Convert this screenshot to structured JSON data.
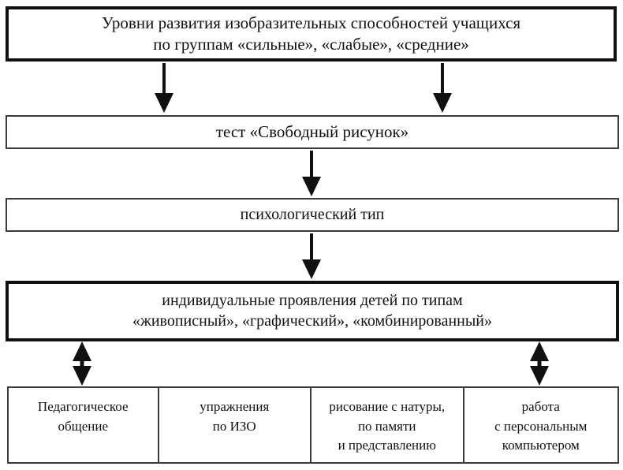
{
  "diagram": {
    "type": "flowchart",
    "orientation": "vertical",
    "language": "ru",
    "colors": {
      "background": "#ffffff",
      "stroke_thick": "#111111",
      "stroke_thin": "#3a3a3a",
      "text": "#111111"
    },
    "nodes": {
      "levels": {
        "id": "levels",
        "border": "thick",
        "lines": [
          "Уровни развития изобразительных способностей учащихся",
          "по группам «сильные», «слабые», «средние»"
        ]
      },
      "test": {
        "id": "test",
        "border": "thin",
        "lines": [
          "тест «Свободный рисунок»"
        ]
      },
      "psytype": {
        "id": "psytype",
        "border": "thin",
        "lines": [
          "психологический тип"
        ]
      },
      "manifest": {
        "id": "manifest",
        "border": "thick",
        "lines": [
          "индивидуальные проявления детей по типам",
          "«живописный», «графический», «комбинированный»"
        ]
      }
    },
    "bottom_row": {
      "border": "thin",
      "cells": [
        {
          "id": "pedagogical-communication",
          "lines": [
            "Педагогическое",
            "общение"
          ]
        },
        {
          "id": "fine-art-exercises",
          "lines": [
            "упражнения",
            "по ИЗО"
          ]
        },
        {
          "id": "drawing-from-life",
          "lines": [
            "рисование с натуры,",
            "по памяти",
            "и представлению"
          ]
        },
        {
          "id": "computer-work",
          "lines": [
            "работа",
            "с персональным",
            "компьютером"
          ]
        }
      ]
    },
    "connectors": [
      {
        "id": "levels-to-test-left",
        "kind": "arrow-down",
        "from": "levels",
        "to": "test"
      },
      {
        "id": "levels-to-test-right",
        "kind": "arrow-down",
        "from": "levels",
        "to": "test"
      },
      {
        "id": "test-to-psytype",
        "kind": "arrow-down",
        "from": "test",
        "to": "psytype"
      },
      {
        "id": "psytype-to-manifest",
        "kind": "arrow-down",
        "from": "psytype",
        "to": "manifest"
      },
      {
        "id": "manifest-to-cell-0",
        "kind": "arrow-double",
        "from": "manifest",
        "to": "pedagogical-communication"
      },
      {
        "id": "manifest-to-cell-3",
        "kind": "arrow-double",
        "from": "manifest",
        "to": "computer-work"
      }
    ]
  }
}
